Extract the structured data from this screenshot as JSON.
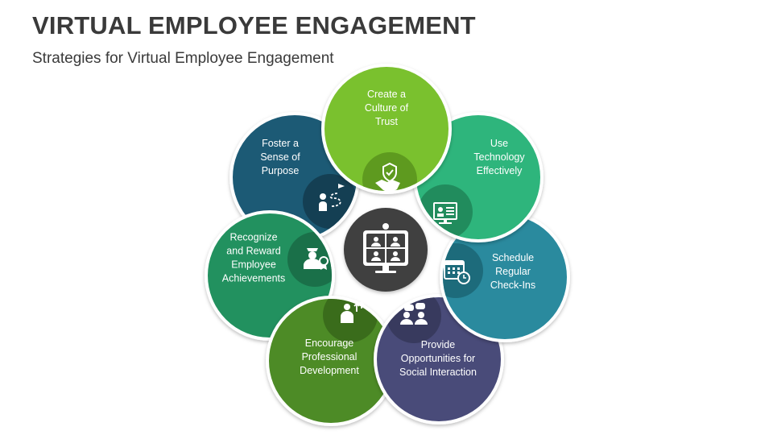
{
  "title": "VIRTUAL EMPLOYEE ENGAGEMENT",
  "subtitle": "Strategies for Virtual Employee Engagement",
  "center": {
    "icon": "video-conference-icon",
    "color": "#3f3f3f"
  },
  "petals": [
    {
      "id": "trust",
      "lines": [
        "Create a",
        "Culture of",
        "Trust"
      ],
      "icon": "handshake-shield-icon",
      "color": "#7ac12f",
      "inner": "#5e9a1f"
    },
    {
      "id": "technology",
      "lines": [
        "Use",
        "Technology",
        "Effectively"
      ],
      "icon": "monitor-profile-icon",
      "color": "#2db57b",
      "inner": "#218c5d"
    },
    {
      "id": "checkins",
      "lines": [
        "Schedule",
        "Regular",
        "Check-Ins"
      ],
      "icon": "calendar-clock-icon",
      "color": "#2a8a9e",
      "inner": "#1d6b7b"
    },
    {
      "id": "social",
      "lines": [
        "Provide",
        "Opportunities for",
        "Social Interaction"
      ],
      "icon": "chat-group-icon",
      "color": "#4a4c79",
      "inner": "#383a5e"
    },
    {
      "id": "development",
      "lines": [
        "Encourage",
        "Professional",
        "Development"
      ],
      "icon": "growth-person-icon",
      "color": "#4d8b27",
      "inner": "#3a6c1b"
    },
    {
      "id": "recognize",
      "lines": [
        "Recognize",
        "and Reward",
        "Employee",
        "Achievements"
      ],
      "icon": "award-person-icon",
      "color": "#23915f",
      "inner": "#1a7049"
    },
    {
      "id": "purpose",
      "lines": [
        "Foster a",
        "Sense of",
        "Purpose"
      ],
      "icon": "path-goal-icon",
      "color": "#1e5a75",
      "inner": "#143f53"
    }
  ]
}
